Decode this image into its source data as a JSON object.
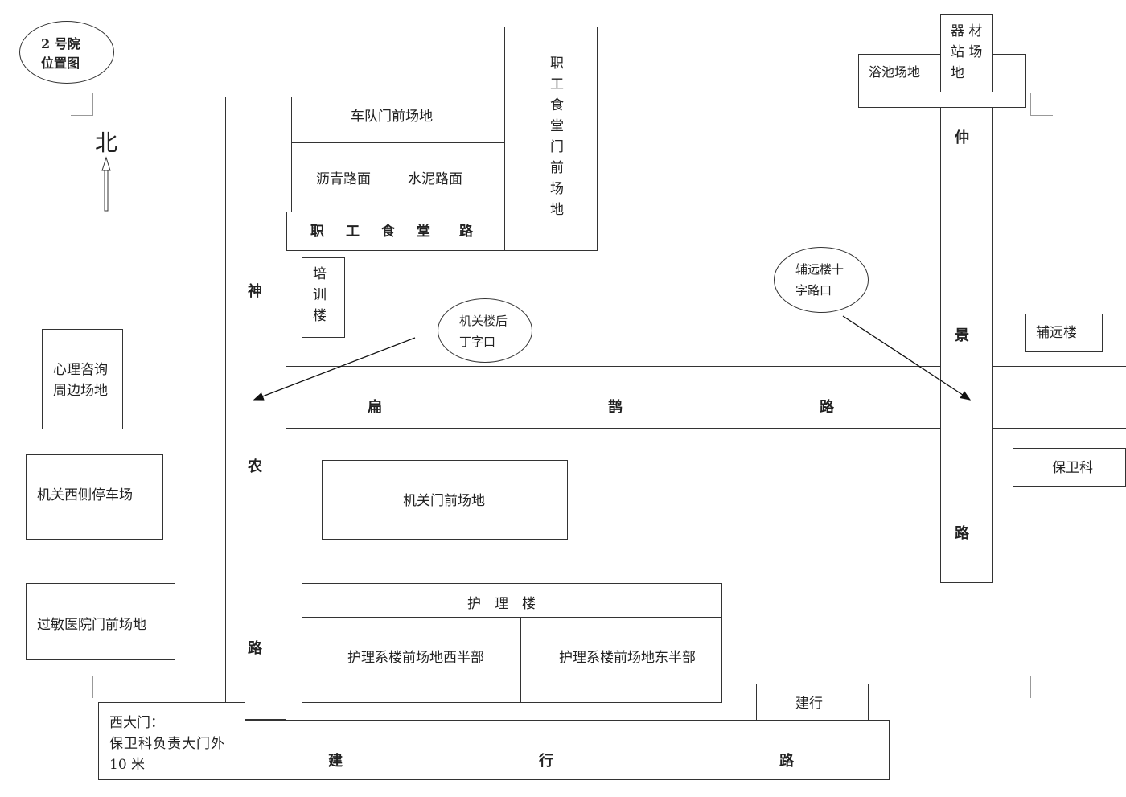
{
  "title": {
    "line1": "2 号院",
    "line2": "位置图"
  },
  "north": {
    "label": "北"
  },
  "roads": {
    "shennong": [
      "神",
      "农",
      "路"
    ],
    "bianque": [
      "扁",
      "鹊",
      "路"
    ],
    "zhongjing": [
      "仲",
      "景",
      "路"
    ],
    "jianxing": [
      "建",
      "行",
      "路"
    ],
    "canteen_road": [
      "职",
      "工",
      "食",
      "堂",
      "路"
    ]
  },
  "areas": {
    "motorcade": "车队门前场地",
    "asphalt": "沥青路面",
    "cement": "水泥路面",
    "canteen_front": [
      "职",
      "工",
      "食",
      "堂",
      "门",
      "前",
      "场",
      "地"
    ],
    "bath": "浴池场地",
    "equipment": [
      "器 材",
      "站 场",
      "地"
    ],
    "training": [
      "培",
      "训",
      "楼"
    ],
    "psych": [
      "心理咨询",
      "周边场地"
    ],
    "west_parking": "机关西侧停车场",
    "allergy": "过敏医院门前场地",
    "west_gate": {
      "line1": "西大门：",
      "line2": "保卫科负责大门外",
      "line3": "10 米"
    },
    "office_front": "机关门前场地",
    "nursing_building": "护　理　楼",
    "nursing_west": "护理系楼前场地西半部",
    "nursing_east": "护理系楼前场地东半部",
    "ccb": "建行",
    "fuyuan": "辅远楼",
    "security": "保卫科"
  },
  "callouts": {
    "office_t": {
      "line1": "机关楼后",
      "line2": "丁字口"
    },
    "fuyuan_cross": {
      "line1": "辅远楼十",
      "line2": "字路口"
    }
  }
}
